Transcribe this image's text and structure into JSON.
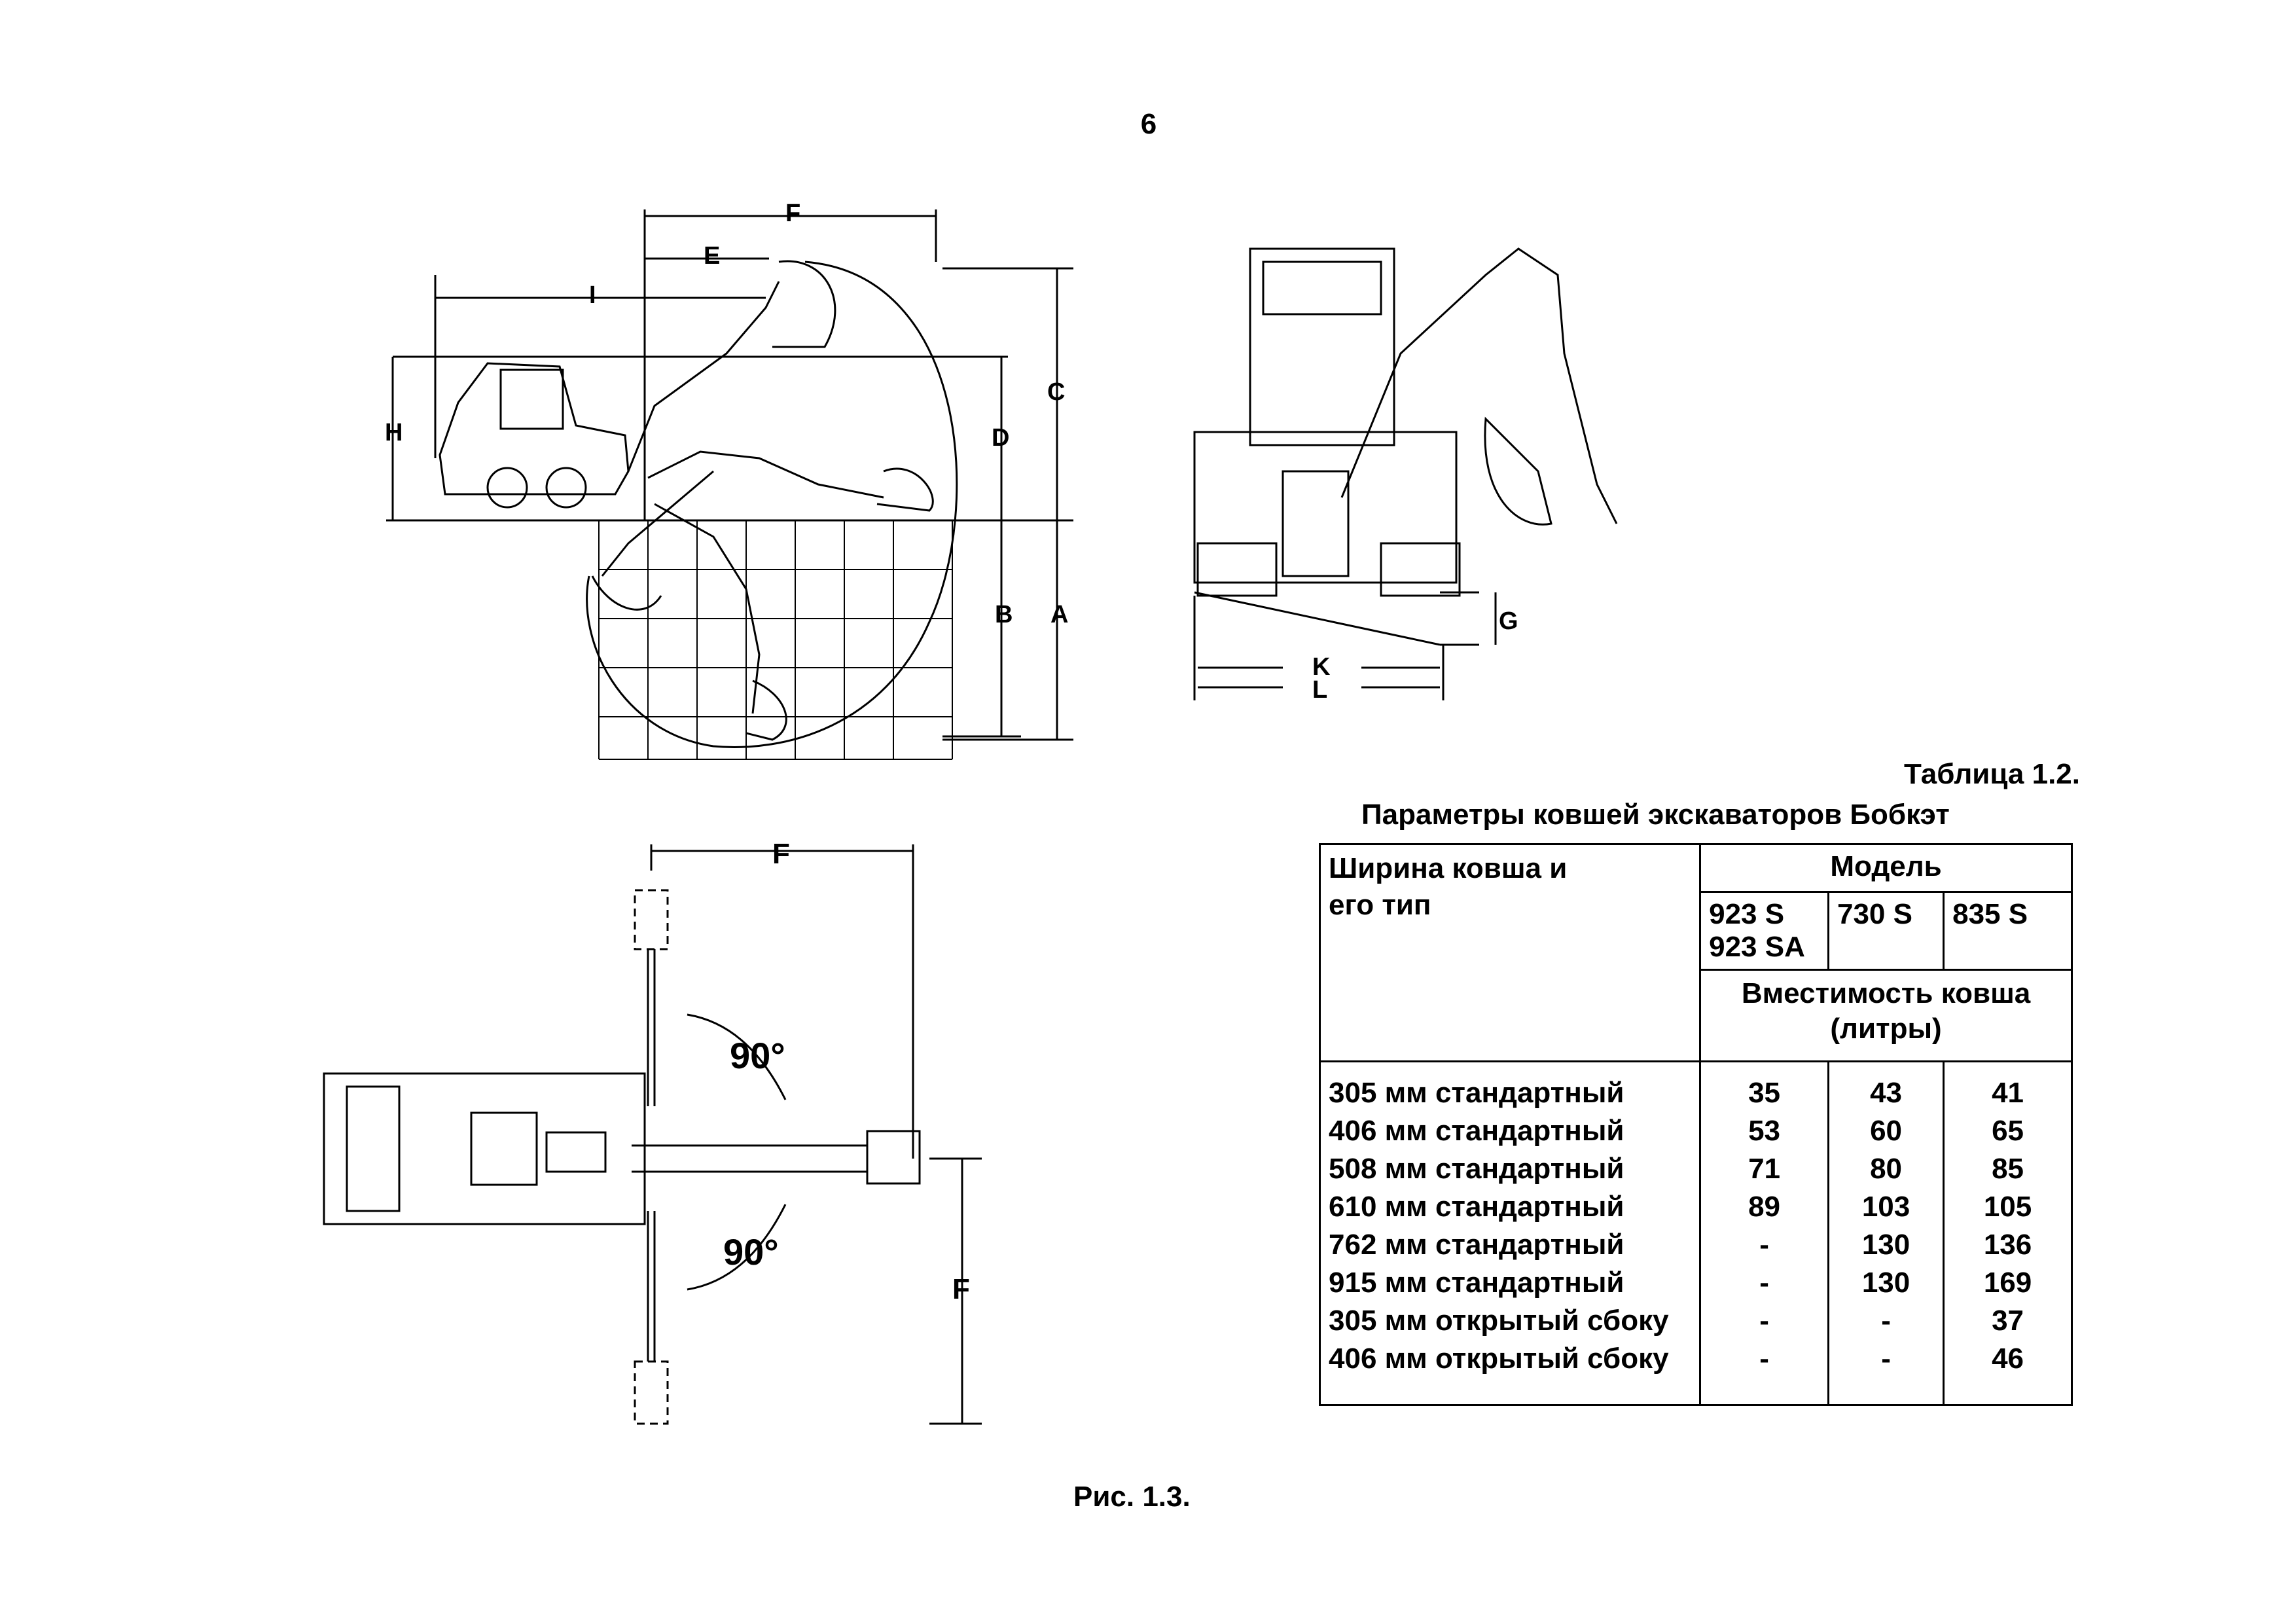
{
  "page_number": "6",
  "dimensions": {
    "F": "F",
    "E": "E",
    "I": "I",
    "C": "C",
    "H": "H",
    "D": "D",
    "B": "B",
    "A": "A",
    "G": "G",
    "K": "K",
    "L": "L"
  },
  "angles": {
    "top": "90°",
    "bottom": "90°"
  },
  "table": {
    "caption": "Таблица 1.2.",
    "title": "Параметры ковшей экскаваторов Бобкэт",
    "header_left": "Ширина ковша и его тип",
    "header_model": "Модель",
    "models": [
      "923 S 923 SA",
      "730 S",
      "835 S"
    ],
    "capacity_label": "Вместимость ковша (литры)",
    "rows": [
      {
        "type": "305 мм стандартный",
        "v1": "35",
        "v2": "43",
        "v3": "41"
      },
      {
        "type": "406 мм стандартный",
        "v1": "53",
        "v2": "60",
        "v3": "65"
      },
      {
        "type": "508 мм стандартный",
        "v1": "71",
        "v2": "80",
        "v3": "85"
      },
      {
        "type": "610 мм стандартный",
        "v1": "89",
        "v2": "103",
        "v3": "105"
      },
      {
        "type": "762 мм стандартный",
        "v1": "-",
        "v2": "130",
        "v3": "136"
      },
      {
        "type": "915 мм стандартный",
        "v1": "-",
        "v2": "130",
        "v3": "169"
      },
      {
        "type": "305 мм открытый сбоку",
        "v1": "-",
        "v2": "-",
        "v3": "37"
      },
      {
        "type": "406 мм открытый сбоку",
        "v1": "-",
        "v2": "-",
        "v3": "46"
      }
    ]
  },
  "figure_caption": "Рис. 1.3."
}
